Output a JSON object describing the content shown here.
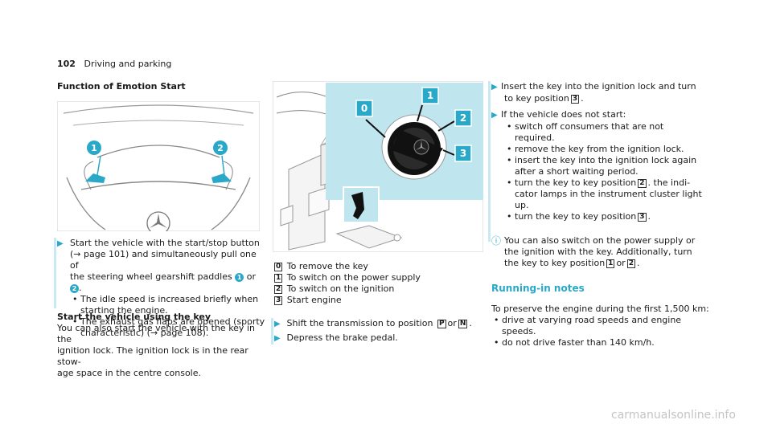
{
  "header": {
    "page_number": "102",
    "section": "Driving and parking"
  },
  "left": {
    "heading": "Function of Emotion Start",
    "image_callouts": [
      "1",
      "2"
    ],
    "step1": {
      "line1": "Start the vehicle with the start/stop button",
      "line2": "(→ page 101) and simultaneously pull one of",
      "line3_a": "the steering wheel gearshift paddles",
      "callout1": "1",
      "line3_b": "or",
      "callout2": "2",
      "line4": "."
    },
    "bullets": [
      [
        "The idle speed is increased briefly when",
        "starting the engine."
      ],
      [
        "The exhaust gas flaps are opened (sporty",
        "characteristic) (→ page 108)."
      ]
    ],
    "subheading": "Start the vehicle using the key",
    "paragraph": [
      "You can also start the vehicle with the key in the",
      "ignition lock. The ignition lock is in the rear stow-",
      "age space in the centre console."
    ]
  },
  "middle": {
    "image_callouts": [
      "0",
      "1",
      "2",
      "3"
    ],
    "legend": [
      {
        "key": "0",
        "text": "To remove the key"
      },
      {
        "key": "1",
        "text": "To switch on the power supply"
      },
      {
        "key": "2",
        "text": "To switch on the ignition"
      },
      {
        "key": "3",
        "text": "Start engine"
      }
    ],
    "shift_step": {
      "text": "Shift the transmission to position",
      "p": "P",
      "or": "or",
      "n": "N",
      "end": "."
    },
    "brake_step": "Depress the brake pedal."
  },
  "right": {
    "insert_step": {
      "line1": "Insert the key into the ignition lock and turn",
      "line2": "to key position",
      "pos": "3",
      "end": "."
    },
    "nostart_step": "If the vehicle does not start:",
    "bullets": [
      {
        "lines": [
          "switch off consumers that are not",
          "required."
        ]
      },
      {
        "lines": [
          "remove the key from the ignition lock."
        ]
      },
      {
        "lines": [
          "insert the key into the ignition lock again",
          "after a short waiting period."
        ]
      },
      {
        "lines": [
          "turn the key to key position",
          "2",
          ". the indi-",
          "cator lamps in the instrument cluster light",
          "up."
        ]
      },
      {
        "lines": [
          "turn the key to key position",
          "3",
          "."
        ]
      }
    ],
    "info": {
      "line1": "You can also switch on the power supply or",
      "line2": "the ignition with the key. Additionally, turn",
      "line3_a": "the key to key position",
      "k1": "1",
      "or": "or",
      "k2": "2",
      "end": "."
    },
    "runin_heading": "Running-in notes",
    "runin_intro": "To preserve the engine during the first 1,500 km:",
    "runin_bullets": [
      [
        "drive at varying road speeds and engine",
        "speeds."
      ],
      [
        "do not drive faster than 140 km/h."
      ]
    ]
  },
  "footer": {
    "watermark": "carmanualsonline.info"
  },
  "colors": {
    "accent": "#2aa8c8",
    "accent_light": "#c8e8f2",
    "illustration_bg": "#bfe6ee"
  }
}
